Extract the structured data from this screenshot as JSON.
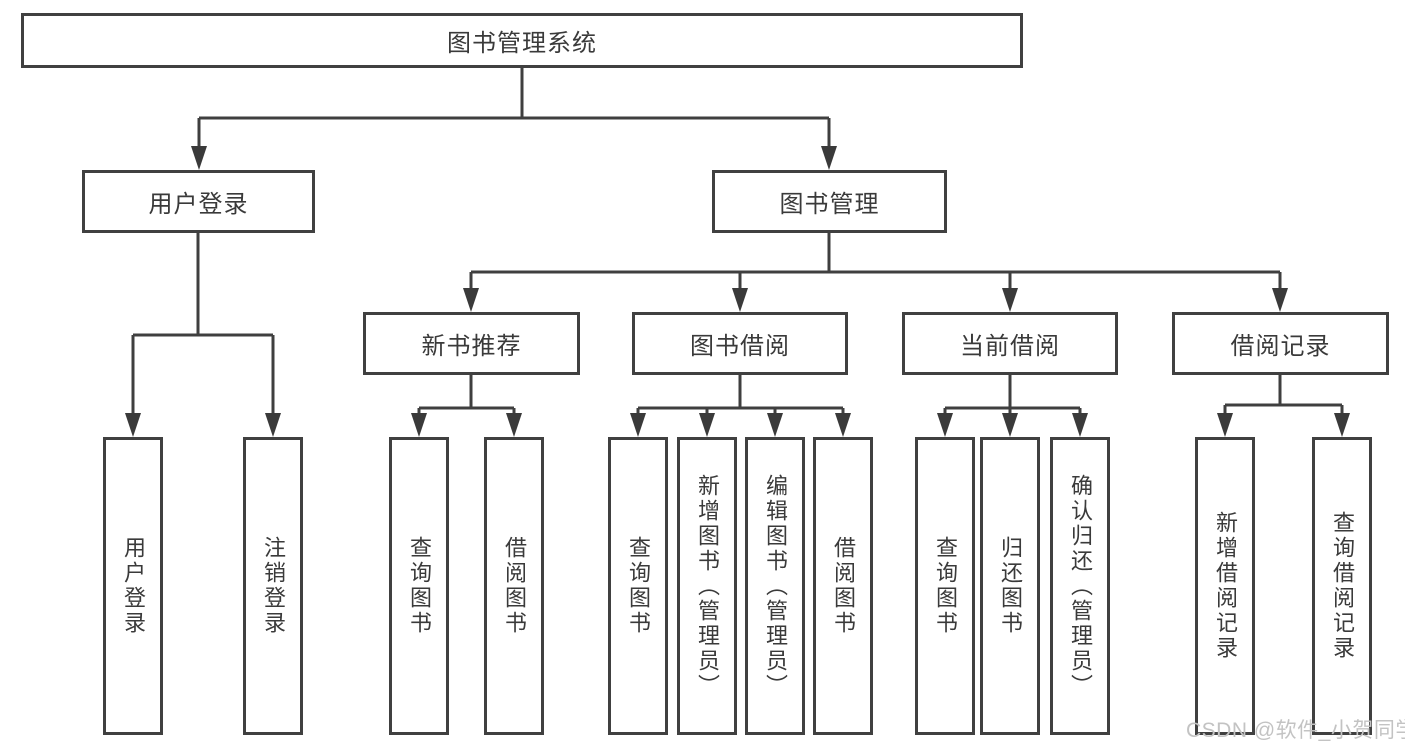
{
  "diagram_title": "图书管理系统",
  "tree": {
    "label": "图书管理系统",
    "children": [
      {
        "label": "用户登录",
        "children": [
          {
            "label": "用户登录"
          },
          {
            "label": "注销登录"
          }
        ]
      },
      {
        "label": "图书管理",
        "children": [
          {
            "label": "新书推荐",
            "children": [
              {
                "label": "查询图书"
              },
              {
                "label": "借阅图书"
              }
            ]
          },
          {
            "label": "图书借阅",
            "children": [
              {
                "label": "查询图书"
              },
              {
                "label": "新增图书（管理员）"
              },
              {
                "label": "编辑图书（管理员）"
              },
              {
                "label": "借阅图书"
              }
            ]
          },
          {
            "label": "当前借阅",
            "children": [
              {
                "label": "查询图书"
              },
              {
                "label": "归还图书"
              },
              {
                "label": "确认归还（管理员）"
              }
            ]
          },
          {
            "label": "借阅记录",
            "children": [
              {
                "label": "新增借阅记录"
              },
              {
                "label": "查询借阅记录"
              }
            ]
          }
        ]
      }
    ]
  },
  "watermark": {
    "text": "CSDN @软件_小贺同学"
  },
  "colors": {
    "line": "#3f3f3f",
    "box_border": "#404040",
    "text": "#3a3a3a",
    "watermark": "#c3c3c3",
    "background": "#ffffff"
  }
}
